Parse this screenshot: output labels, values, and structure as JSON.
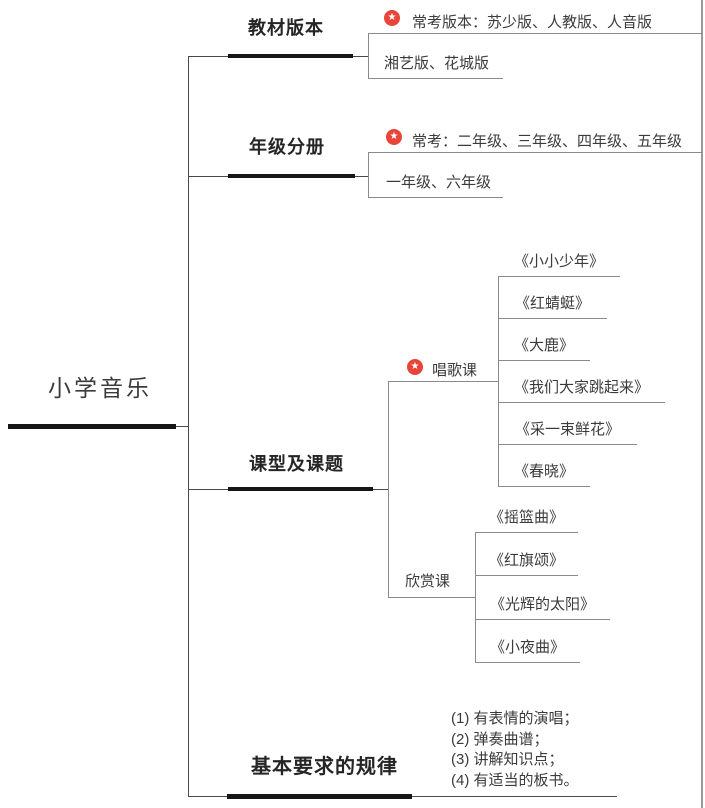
{
  "root": {
    "label": "小学音乐"
  },
  "icons": {
    "star": "★"
  },
  "colors": {
    "star_red": "#e8443a",
    "line_gray": "#8a8a8a",
    "line_black": "#161616"
  },
  "branches": [
    {
      "label": "教材版本",
      "children": [
        {
          "label": "常考版本：苏少版、人教版、人音版",
          "starred": true
        },
        {
          "label": "湘艺版、花城版",
          "starred": false
        }
      ]
    },
    {
      "label": "年级分册",
      "children": [
        {
          "label": "常考：二年级、三年级、四年级、五年级",
          "starred": true
        },
        {
          "label": "一年级、六年级",
          "starred": false
        }
      ]
    },
    {
      "label": "课型及课题",
      "children": [
        {
          "label": "唱歌课",
          "starred": true,
          "children": [
            {
              "label": "《小小少年》"
            },
            {
              "label": "《红蜻蜓》"
            },
            {
              "label": "《大鹿》"
            },
            {
              "label": "《我们大家跳起来》"
            },
            {
              "label": "《采一束鲜花》"
            },
            {
              "label": "《春晓》"
            }
          ]
        },
        {
          "label": "欣赏课",
          "starred": false,
          "children": [
            {
              "label": "《摇篮曲》"
            },
            {
              "label": "《红旗颂》"
            },
            {
              "label": "《光辉的太阳》"
            },
            {
              "label": "《小夜曲》"
            }
          ]
        }
      ]
    },
    {
      "label": "基本要求的规律",
      "children": [
        {
          "lines": [
            "(1) 有表情的演唱；",
            "(2) 弹奏曲谱；",
            "(3) 讲解知识点；",
            "(4) 有适当的板书。"
          ]
        }
      ]
    }
  ]
}
